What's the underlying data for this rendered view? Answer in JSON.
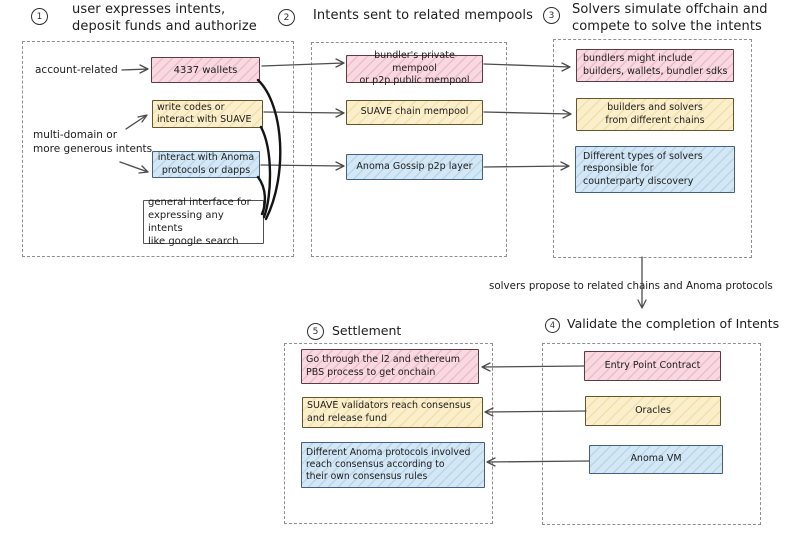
{
  "palette": {
    "pink_fill": "#f8d8e1",
    "pink_border": "#5d3b44",
    "yellow_fill": "#fbefcb",
    "yellow_border": "#63562c",
    "blue_fill": "#d4e7f5",
    "blue_border": "#43617a",
    "ink": "#1c1c1c",
    "dashed_border": "#8f8f8f",
    "arrow": "#4d4d4d",
    "curve": "#141414"
  },
  "headers": {
    "s1": {
      "num": "1",
      "title": "user expresses intents,\ndeposit funds and authorize"
    },
    "s2": {
      "num": "2",
      "title": "Intents sent to related mempools"
    },
    "s3": {
      "num": "3",
      "title": "Solvers simulate offchain and\ncompete to solve the intents"
    },
    "s4": {
      "num": "4",
      "title": "Validate the completion of Intents"
    },
    "s5": {
      "num": "5",
      "title": "Settlement"
    }
  },
  "labels": {
    "account_related": "account-related",
    "multi_domain": "multi-domain or\nmore generous intents",
    "solvers_propose": "solvers propose to related chains and Anoma protocols"
  },
  "boxes": {
    "wallets": "4337 wallets",
    "suave_write": "write codes or\ninteract with SUAVE",
    "anoma_interact": "interact with Anoma\nprotocols or dapps",
    "general_interface": "general interface for\nexpressing any intents\nlike google search",
    "bundler_mempool": "bundler's private mempool\nor p2p public mempool",
    "suave_mempool": "SUAVE chain mempool",
    "anoma_gossip": "Anoma Gossip p2p layer",
    "bundlers_include": "bundlers might include\nbuilders, wallets, bundler sdks",
    "builders_solvers": "builders and solvers\nfrom different chains",
    "solver_types": "Different types of solvers\nresponsible for\ncounterparty discovery",
    "entry_point": "Entry Point Contract",
    "oracles": "Oracles",
    "anoma_vm": "Anoma VM",
    "pbs": "Go through the l2 and ethereum\nPBS process to get onchain",
    "suave_validators": "SUAVE validators reach consensus\nand release fund",
    "anoma_consensus": "Different Anoma protocols involved\nreach consensus according to\ntheir own consensus rules"
  }
}
